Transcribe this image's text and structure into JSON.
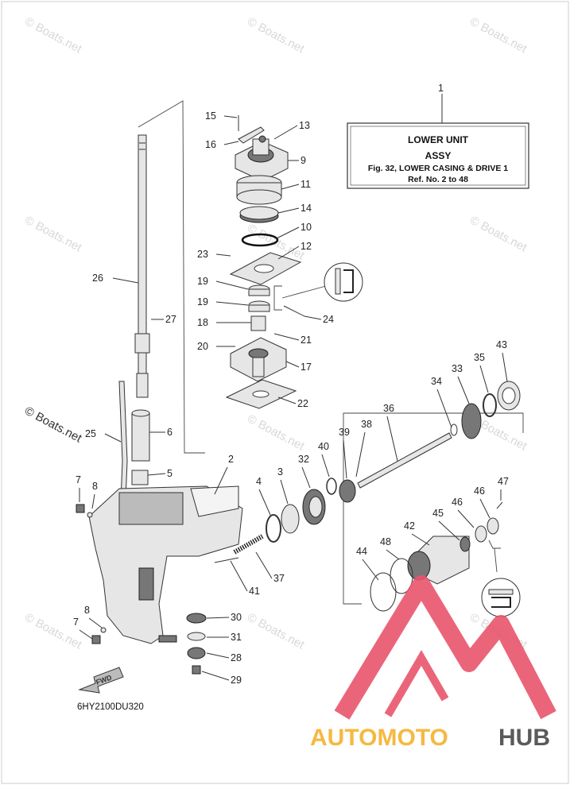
{
  "watermark": "© Boats.net",
  "side_watermark": "© Boats.net",
  "info_box": {
    "part_no": "1",
    "line1": "LOWER UNIT",
    "line2": "ASSY",
    "line3": "Fig. 32, LOWER CASING & DRIVE 1",
    "line4": "Ref. No. 2 to 48"
  },
  "diagram_code": "6HY2100DU320",
  "fwd_label": "FWD",
  "brand": {
    "part1": "AUTOMOTO",
    "part2": "HUB"
  },
  "colors": {
    "logo_red": "#e9546b",
    "logo_orange": "#f5b941",
    "logo_gray": "#5a5a5a",
    "line": "#333333"
  },
  "callouts": [
    "15",
    "13",
    "16",
    "9",
    "11",
    "14",
    "10",
    "23",
    "12",
    "19",
    "19",
    "24",
    "18",
    "21",
    "20",
    "17",
    "22",
    "26",
    "27",
    "25",
    "6",
    "5",
    "7",
    "8",
    "2",
    "4",
    "3",
    "32",
    "40",
    "39",
    "38",
    "36",
    "34",
    "33",
    "35",
    "43",
    "47",
    "46",
    "46",
    "45",
    "42",
    "48",
    "44",
    "37",
    "41",
    "30",
    "31",
    "28",
    "29",
    "8",
    "7"
  ]
}
